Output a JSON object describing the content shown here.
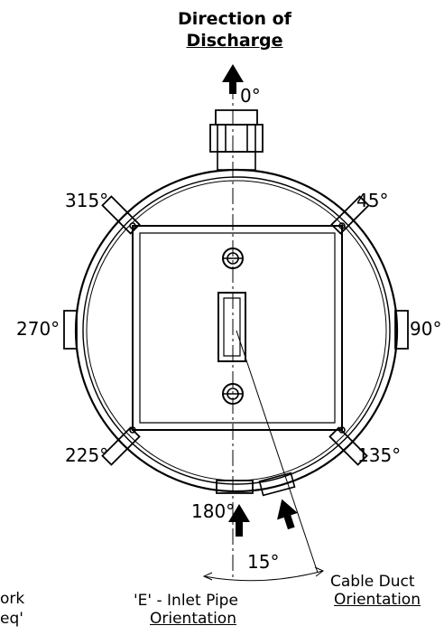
{
  "title": {
    "line1": "Direction of",
    "line2": "Discharge"
  },
  "angles": {
    "a0": "0°",
    "a45": "45°",
    "a90": "90°",
    "a135": "135°",
    "a180": "180°",
    "a225": "225°",
    "a270": "270°",
    "a315": "315°",
    "offset": "15°"
  },
  "labels": {
    "cable_line1": "Cable Duct",
    "cable_line2": "Orientation",
    "inlet_line1": "'E' - Inlet Pipe",
    "inlet_line2": "Orientation",
    "left_line1": "ork",
    "left_line2": "eq'"
  },
  "colors": {
    "line": "#000000",
    "background": "#ffffff"
  }
}
